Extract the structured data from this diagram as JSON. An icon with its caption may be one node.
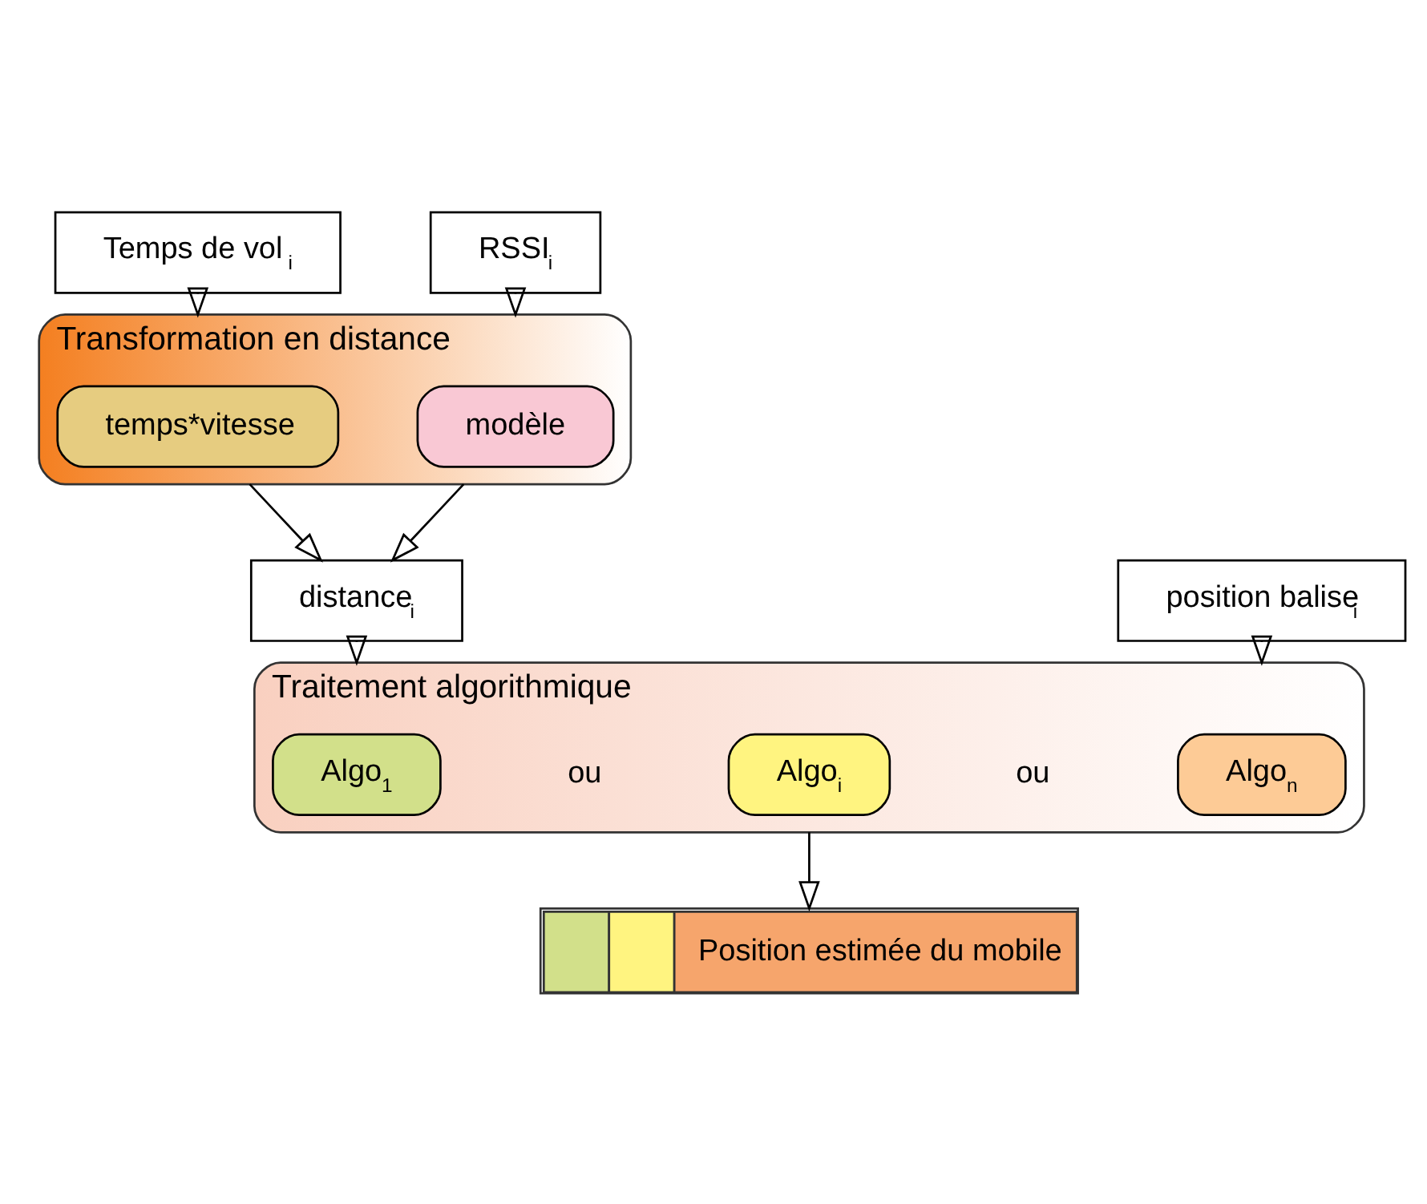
{
  "diagram": {
    "nodes": [
      {
        "text": [
          "Temps de vol $_{i}$"
        ]
      },
      {
        "text": [
          "RSSI$_{i}$"
        ]
      },
      {
        "text": [
          "Transformation en distance"
        ]
      },
      {
        "text": [
          "temps*vitesse"
        ],
        "in": 2
      },
      {
        "text": [
          "modèle"
        ],
        "in": 2
      },
      {
        "text": [
          "distance$_{i}$"
        ]
      },
      {
        "text": [
          "position balise$_{i}$"
        ]
      },
      {
        "text": [
          "Traitement algorithmique"
        ]
      },
      {
        "text": [
          "Algo$_{1}$"
        ],
        "in": 7
      },
      {
        "text": [
          "Algo$_{i}$"
        ],
        "in": 7
      },
      {
        "text": [
          "Algo$_{n}$"
        ],
        "in": 7
      },
      {
        "text": [
          "Position estimée du mobile"
        ]
      }
    ],
    "edges": [
      {
        "from": 0,
        "to": 2,
        "arrow": "to"
      },
      {
        "from": 1,
        "to": 2,
        "arrow": "to"
      },
      {
        "from": 2,
        "to": 5,
        "arrow": "to"
      },
      {
        "from": 2,
        "to": 5,
        "arrow": "to"
      },
      {
        "from": 5,
        "to": 7,
        "arrow": "to"
      },
      {
        "from": 6,
        "to": 7,
        "arrow": "to"
      },
      {
        "from": 7,
        "to": 11,
        "arrow": "to"
      }
    ],
    "labels": [
      "ou",
      "ou"
    ]
  }
}
